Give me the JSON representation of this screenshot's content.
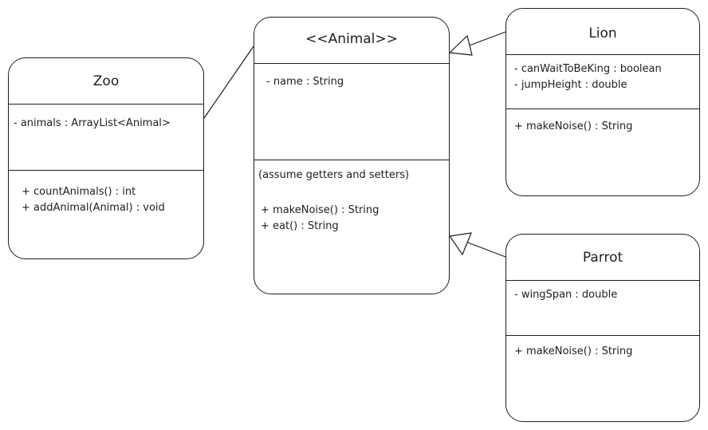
{
  "classes": {
    "zoo": {
      "name": "Zoo",
      "attributes": [
        "- animals : ArrayList<Animal>"
      ],
      "operations": [
        "+ countAnimals() : int",
        "+ addAnimal(Animal) : void"
      ]
    },
    "animal": {
      "name": "<<Animal>>",
      "attributes": [
        "- name : String"
      ],
      "note": "(assume getters and setters)",
      "operations": [
        "+ makeNoise() : String",
        "+ eat() : String"
      ]
    },
    "lion": {
      "name": "Lion",
      "attributes": [
        "- canWaitToBeKing : boolean",
        "- jumpHeight : double"
      ],
      "operations": [
        "+ makeNoise() : String"
      ]
    },
    "parrot": {
      "name": "Parrot",
      "attributes": [
        "- wingSpan : double"
      ],
      "operations": [
        "+ makeNoise() : String"
      ]
    }
  },
  "relationships": [
    {
      "from": "Zoo",
      "to": "Animal",
      "type": "association"
    },
    {
      "from": "Lion",
      "to": "Animal",
      "type": "generalization"
    },
    {
      "from": "Parrot",
      "to": "Animal",
      "type": "generalization"
    }
  ],
  "colors": {
    "stroke": "#1e1e1e",
    "fill": "#ffffff"
  }
}
